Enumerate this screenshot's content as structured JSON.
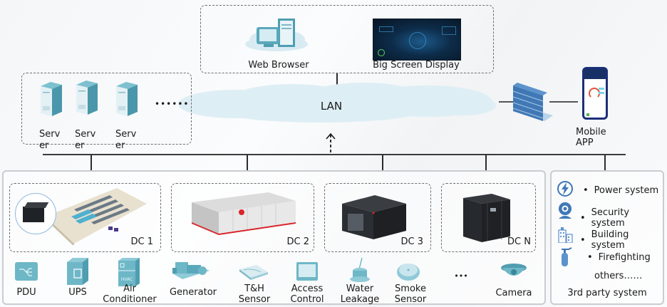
{
  "top_group": {
    "web_browser": "Web Browser",
    "big_screen": "Big Screen Display"
  },
  "servers": {
    "items": [
      "Server",
      "Server",
      "Server"
    ],
    "more": "••••••"
  },
  "lan": {
    "label": "LAN"
  },
  "mobile": {
    "label_line1": "Mobile",
    "label_line2": "APP"
  },
  "data_centers": [
    {
      "label": "DC 1"
    },
    {
      "label": "DC 2"
    },
    {
      "label": "DC 3"
    },
    {
      "label": "DC N"
    }
  ],
  "devices": [
    {
      "line1": "PDU",
      "line2": ""
    },
    {
      "line1": "UPS",
      "line2": ""
    },
    {
      "line1": "Air",
      "line2": "Conditioner"
    },
    {
      "line1": "Generator",
      "line2": ""
    },
    {
      "line1": "T&H",
      "line2": "Sensor"
    },
    {
      "line1": "Access",
      "line2": "Control"
    },
    {
      "line1": "Water",
      "line2": "Leakage"
    },
    {
      "line1": "Smoke",
      "line2": "Sensor"
    },
    {
      "line1": "•••",
      "line2": ""
    },
    {
      "line1": "Camera",
      "line2": ""
    }
  ],
  "third_party": {
    "items": [
      {
        "icon": "lightning-icon",
        "label": "Power system"
      },
      {
        "icon": "webcam-icon",
        "label": "Security system"
      },
      {
        "icon": "building-icon",
        "label": "Building system"
      },
      {
        "icon": "fire-extinguisher-icon",
        "label": "Firefighting"
      }
    ],
    "others": "others……",
    "title": "3rd party system"
  },
  "colors": {
    "icon_teal": "#5aa8bb",
    "icon_blue": "#3f78b5",
    "cloud": "#deeef5",
    "huawei_red": "#d9262b"
  }
}
